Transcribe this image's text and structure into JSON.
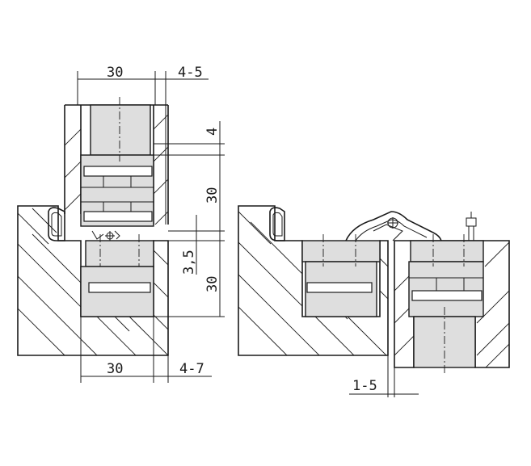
{
  "dimensions": {
    "top_width": "30",
    "top_gap": "4-5",
    "offset": "4",
    "upper_height": "30",
    "clearance": "3,5",
    "lower_height": "30",
    "bottom_width": "30",
    "bottom_gap": "4-7",
    "right_gap": "1-5"
  }
}
